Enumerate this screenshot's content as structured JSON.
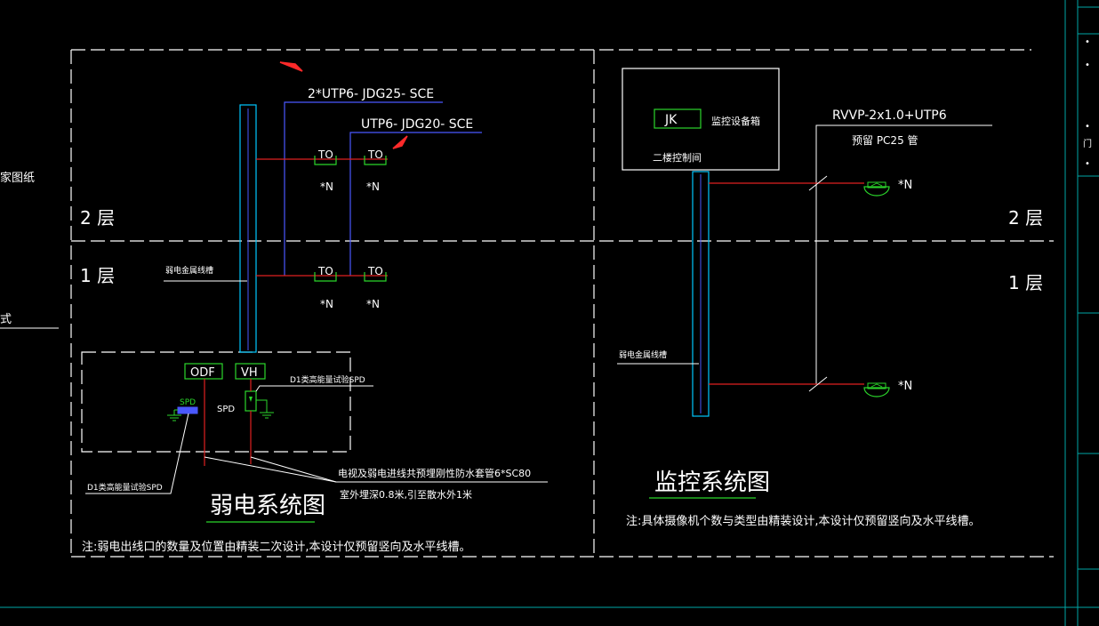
{
  "colors": {
    "background": "#000000",
    "line_white": "#ffffff",
    "riser_cyan": "#00c8ff",
    "cable_blue": "#4a58ff",
    "branch_red": "#e02020",
    "device_green": "#2bd62b",
    "border_teal": "#00a6a6",
    "arrow_red": "#ff2a2a"
  },
  "left_partial_labels": {
    "drawing_fragment": "家图纸",
    "format_fragment": "式"
  },
  "floors": {
    "second": "2 层",
    "first": "1 层"
  },
  "weak_current": {
    "cable_top": "2*UTP6- JDG25- SCE",
    "cable_mid": "UTP6- JDG20- SCE",
    "outlet_label": "TO",
    "outlet_count": "*N",
    "tray_label": "弱电金属线槽",
    "odf": "ODF",
    "vh": "VH",
    "spd_small": "SPD",
    "spd": "SPD",
    "spd_d1_right": "D1类高能量试验SPD",
    "spd_d1_left": "D1类高能量试验SPD",
    "conduit_note_1": "电视及弱电进线共预埋刚性防水套管6*SC80",
    "conduit_note_2": "室外埋深0.8米,引至散水外1米",
    "title": "弱电系统图",
    "note": "注:弱电出线口的数量及位置由精装二次设计,本设计仅预留竖向及水平线槽。"
  },
  "monitoring": {
    "jk": "JK",
    "cabinet_label": "监控设备箱",
    "room_label": "二楼控制间",
    "cable": "RVVP-2x1.0+UTP6",
    "conduit": "预留 PC25   管",
    "camera_count": "*N",
    "tray_label": "弱电金属线槽",
    "title": "监控系统图",
    "note": "注:具体摄像机个数与类型由精装设计,本设计仅预留竖向及水平线槽。"
  },
  "right_partial_labels": [
    "•",
    "•",
    "•",
    "",
    "门",
    "•"
  ]
}
